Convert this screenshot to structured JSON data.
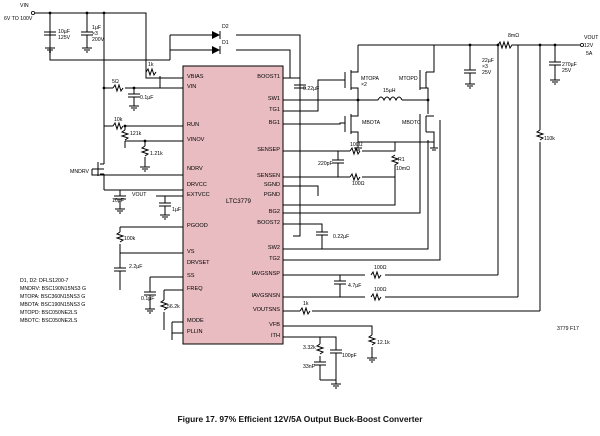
{
  "caption": "Figure 17. 97% Efficient 12V/5A Output Buck-Boost Converter",
  "ic": {
    "name": "LTC3779",
    "left_pins": [
      "VBIAS",
      "VIN",
      "RUN",
      "VINOV",
      "NDRV",
      "DRVCC",
      "EXTVCC",
      "PGOOD",
      "VS",
      "DRVSET",
      "SS",
      "FREQ",
      "MODE",
      "PLLIN"
    ],
    "right_pins": [
      "BOOST1",
      "SW1",
      "TG1",
      "BG1",
      "SENSEP",
      "SENSEN",
      "SGND",
      "PGND",
      "BG2",
      "BOOST2",
      "SW2",
      "TG2",
      "IAVGSNSP",
      "IAVGSNSN",
      "VOUTSNS",
      "VFB",
      "ITH"
    ]
  },
  "input": {
    "label": "VIN",
    "range": "6V TO 100V"
  },
  "output": {
    "label": "VOUT",
    "voltage": "12V",
    "current": "5A"
  },
  "vout_node_label": "VOUT",
  "components": {
    "c_in1": "10µF\n125V",
    "c_in2": "1µF\n×3\n200V",
    "d2": "D2",
    "d1": "D1",
    "r_5ohm": "5Ω",
    "r_1k_a": "1k",
    "c_01uf_a": "0.1µF",
    "r_10k": "10k",
    "r_121k": "121k",
    "r_121k_b": "1.21k",
    "mndrv": "MNDRV",
    "c_10uf": "10µF",
    "c_1uf": "1µF",
    "r_100k": "100k",
    "c_22nf": "2.2µF",
    "c_01uf_b": "0.1µF",
    "r_562k": "56.2k",
    "c_022uf_a": "0.22µF",
    "c_022uf_b": "0.22µF",
    "mtopa": "MTOPA\n×2",
    "mbota": "MBOTA",
    "mtopd": "MTOPD",
    "mbotc": "MBOTC",
    "l_15uh": "15µH",
    "c_220pf": "220pF",
    "r_100ohm_a": "100Ω",
    "r_100ohm_b": "100Ω",
    "r1": "R1",
    "r1_val": "10mΩ",
    "c_22uf": "22µF\n×3\n25V",
    "r_8mohm": "8mΩ",
    "c_270uf": "270µF\n25V",
    "r_110k": "110k",
    "r_100ohm_c": "100Ω",
    "r_100ohm_d": "100Ω",
    "c_47nf": "4.7µF",
    "r_1k_b": "1k",
    "r_121k_c": "12.1k",
    "r_332k": "3.32k",
    "c_33nf": "33nF",
    "c_100pf": "100pF",
    "drawing_code": "3779 F17"
  },
  "bom": [
    "D1, D2: DFLS1200-7",
    "MNDRV: BSC190N15NS3 G",
    "MTOPA: BSC360N15NS3 G",
    "MBOTA: BSC190N15NS3 G",
    "MTOPD: BSC050NE2LS",
    "MBOTC: BSC050NE2LS"
  ]
}
